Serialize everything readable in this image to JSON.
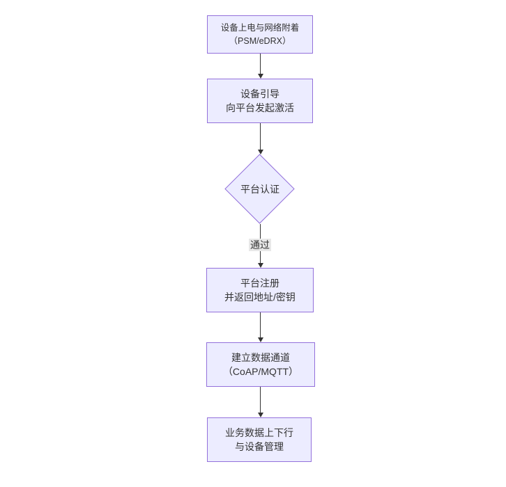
{
  "diagram": {
    "type": "flowchart",
    "direction": "top-down",
    "nodes": [
      {
        "id": "n1",
        "shape": "rect",
        "lines": [
          "设备上电与网络附着",
          "（PSM/eDRX）"
        ]
      },
      {
        "id": "n2",
        "shape": "rect",
        "lines": [
          "设备引导",
          "向平台发起激活"
        ]
      },
      {
        "id": "n3",
        "shape": "diamond",
        "lines": [
          "平台认证"
        ]
      },
      {
        "id": "n4",
        "shape": "rect",
        "lines": [
          "平台注册",
          "并返回地址/密钥"
        ]
      },
      {
        "id": "n5",
        "shape": "rect",
        "lines": [
          "建立数据通道",
          "（CoAP/MQTT）"
        ]
      },
      {
        "id": "n6",
        "shape": "rect",
        "lines": [
          "业务数据上下行",
          "与设备管理"
        ]
      }
    ],
    "edges": [
      {
        "from": "n1",
        "to": "n2",
        "label": ""
      },
      {
        "from": "n2",
        "to": "n3",
        "label": ""
      },
      {
        "from": "n3",
        "to": "n4",
        "label": "通过"
      },
      {
        "from": "n4",
        "to": "n5",
        "label": ""
      },
      {
        "from": "n5",
        "to": "n6",
        "label": ""
      }
    ],
    "colors": {
      "background": "#ffffff",
      "node_fill": "#ECECFF",
      "node_border": "#9370DB",
      "text": "#333333",
      "edge": "#333333",
      "edge_label_bg": "#e8e8e8"
    }
  }
}
